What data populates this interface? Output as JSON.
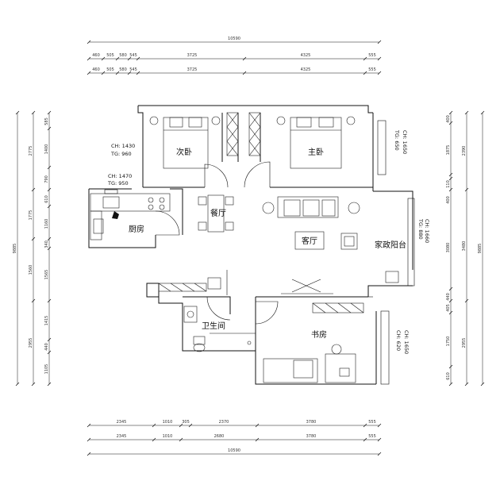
{
  "dimensions": {
    "top_total": "10590",
    "top_row1": [
      "460",
      "505",
      "580",
      "545",
      "3725",
      "4325",
      "555"
    ],
    "top_row2": [
      "460",
      "505",
      "580",
      "545",
      "3725",
      "4325",
      "555"
    ],
    "bottom_row1": [
      "2345",
      "1010",
      "305",
      "2370",
      "3780",
      "555"
    ],
    "bottom_row2": [
      "2345",
      "1010",
      "2680",
      "3780",
      "555"
    ],
    "bottom_total": "10590",
    "left_outer": [
      "2775",
      "1775",
      "1560",
      "2955"
    ],
    "left_inner": [
      "585",
      "1400",
      "790",
      "610",
      "1160",
      "340",
      "1565",
      "1415",
      "440",
      "1105"
    ],
    "left_total": "9885",
    "right_outer": [
      "2390",
      "3480",
      "2955"
    ],
    "right_inner": [
      "400",
      "1875",
      "110",
      "400",
      "3080",
      "440",
      "405",
      "1750",
      "610"
    ],
    "right_total": "9885"
  },
  "rooms": {
    "second_bedroom": "次卧",
    "master_bedroom": "主卧",
    "kitchen": "厨房",
    "dining": "餐厅",
    "living": "客厅",
    "balcony": "家政阳台",
    "bathroom": "卫生间",
    "study": "书房"
  },
  "notes": {
    "ch1430": "CH: 1430",
    "tg960": "TG: 960",
    "ch1470": "CH: 1470",
    "tg950": "TG: 950",
    "ch1650": "CH: 1650",
    "tg650": "TG: 650",
    "ch1660": "CH: 1660",
    "tg880": "TG: 880",
    "ch1650b": "CH: 1650",
    "ch620": "CH: 620"
  }
}
